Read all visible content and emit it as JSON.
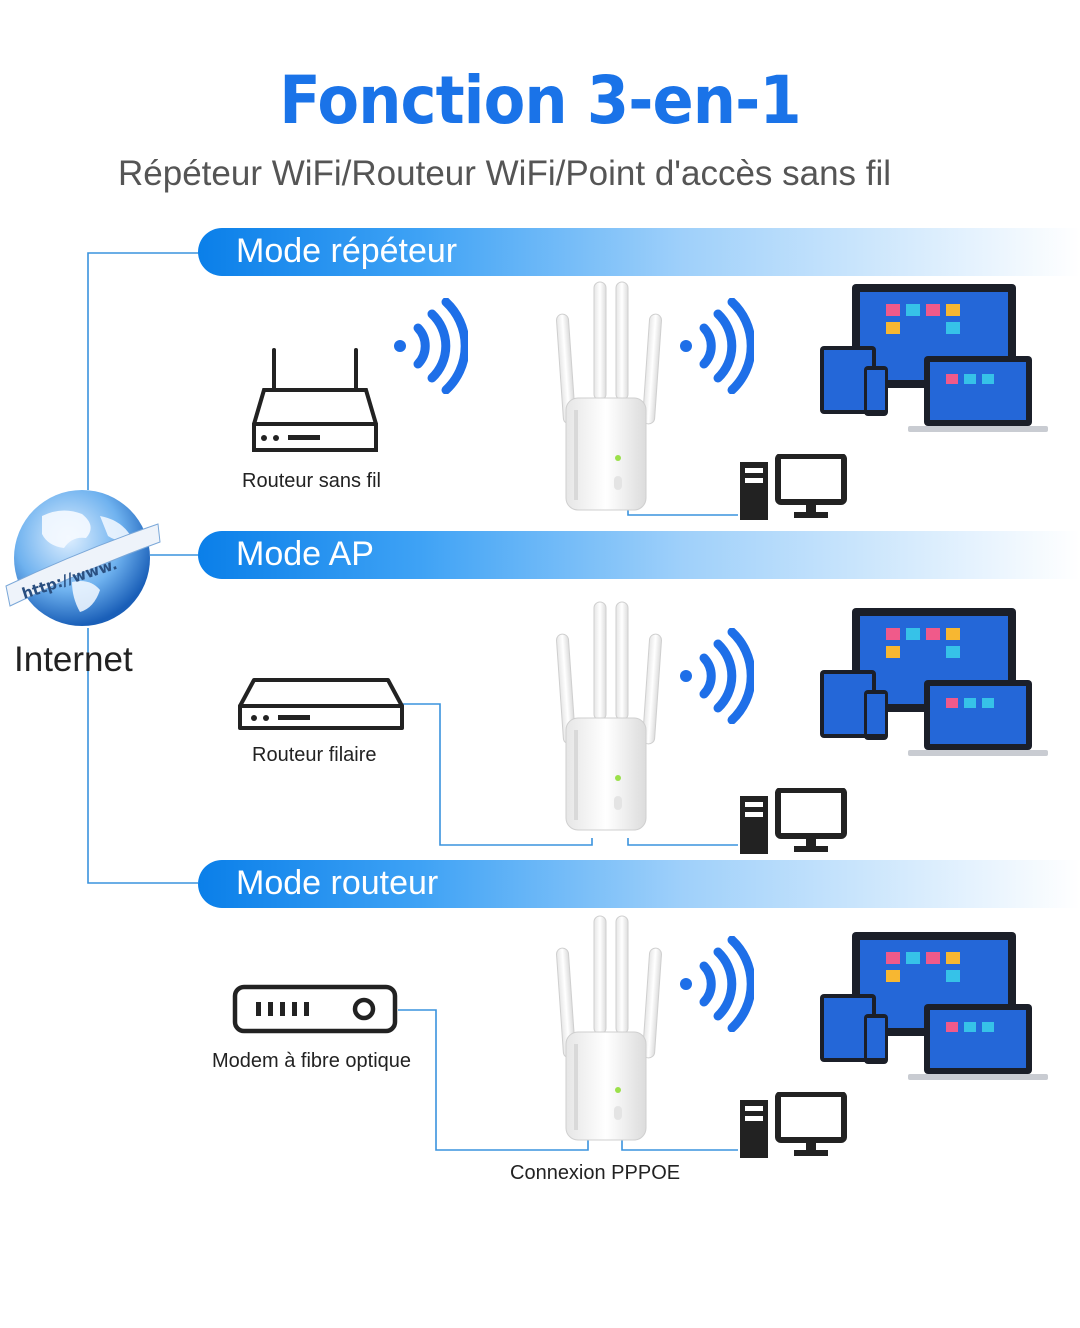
{
  "title": "Fonction 3-en-1",
  "subtitle": "Répéteur WiFi/Routeur WiFi/Point d'accès sans fil",
  "internet": {
    "label": "Internet",
    "url_text": "http://www."
  },
  "modes": [
    {
      "title": "Mode répéteur",
      "source_label": "Routeur sans fil",
      "source_icon": "wireless-router-icon"
    },
    {
      "title": "Mode AP",
      "source_label": "Routeur filaire",
      "source_icon": "wired-router-icon"
    },
    {
      "title": "Mode routeur",
      "source_label": "Modem à fibre optique",
      "source_icon": "fiber-modem-icon",
      "connection_label": "Connexion PPPOE"
    }
  ],
  "colors": {
    "accent": "#1a73e8",
    "banner_start": "#0a7fe9",
    "line": "#2f8fe0",
    "wifi": "#1e6fe8"
  }
}
